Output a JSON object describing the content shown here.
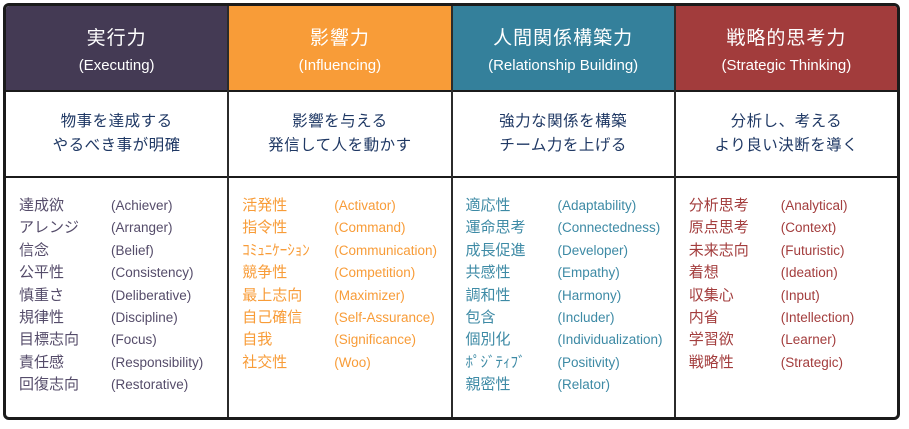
{
  "table": {
    "border_color": "#1b1b1b",
    "description_text_color": "#1f3864",
    "columns": [
      {
        "key": "executing",
        "title_ja": "実行力",
        "title_en": "(Executing)",
        "header_bg": "#443a54",
        "header_text_color": "#ffffff",
        "item_text_color": "#554c6a",
        "description_line1": "物事を達成する",
        "description_line2": "やるべき事が明確",
        "items": [
          {
            "ja": "達成欲",
            "en": "(Achiever)"
          },
          {
            "ja": "アレンジ",
            "en": "(Arranger)"
          },
          {
            "ja": "信念",
            "en": "(Belief)"
          },
          {
            "ja": "公平性",
            "en": "(Consistency)"
          },
          {
            "ja": "慎重さ",
            "en": "(Deliberative)"
          },
          {
            "ja": "規律性",
            "en": "(Discipline)"
          },
          {
            "ja": "目標志向",
            "en": "(Focus)"
          },
          {
            "ja": "責任感",
            "en": "(Responsibility)"
          },
          {
            "ja": "回復志向",
            "en": "(Restorative)"
          }
        ]
      },
      {
        "key": "influencing",
        "title_ja": "影響力",
        "title_en": "(Influencing)",
        "header_bg": "#f89c38",
        "header_text_color": "#ffffff",
        "item_text_color": "#f89c38",
        "description_line1": "影響を与える",
        "description_line2": "発信して人を動かす",
        "items": [
          {
            "ja": "活発性",
            "en": "(Activator)"
          },
          {
            "ja": "指令性",
            "en": "(Command)"
          },
          {
            "ja": "ｺﾐｭﾆｹｰｼｮﾝ",
            "en": "(Communication)"
          },
          {
            "ja": "競争性",
            "en": "(Competition)"
          },
          {
            "ja": "最上志向",
            "en": "(Maximizer)"
          },
          {
            "ja": "自己確信",
            "en": "(Self-Assurance)"
          },
          {
            "ja": "自我",
            "en": "(Significance)"
          },
          {
            "ja": "社交性",
            "en": "(Woo)"
          }
        ]
      },
      {
        "key": "relationship-building",
        "title_ja": "人間関係構築力",
        "title_en": "(Relationship Building)",
        "header_bg": "#34809b",
        "header_text_color": "#ffffff",
        "item_text_color": "#3d8aa5",
        "description_line1": "強力な関係を構築",
        "description_line2": "チーム力を上げる",
        "items": [
          {
            "ja": "適応性",
            "en": "(Adaptability)"
          },
          {
            "ja": "運命思考",
            "en": "(Connectedness)"
          },
          {
            "ja": "成長促進",
            "en": "(Developer)"
          },
          {
            "ja": "共感性",
            "en": "(Empathy)"
          },
          {
            "ja": "調和性",
            "en": "(Harmony)"
          },
          {
            "ja": "包含",
            "en": "(Includer)"
          },
          {
            "ja": "個別化",
            "en": "(Individualization)"
          },
          {
            "ja": "ﾎﾟｼﾞﾃｨﾌﾞ",
            "en": "(Positivity)"
          },
          {
            "ja": "親密性",
            "en": "(Relator)"
          }
        ]
      },
      {
        "key": "strategic-thinking",
        "title_ja": "戦略的思考力",
        "title_en": "(Strategic Thinking)",
        "header_bg": "#a23c3c",
        "header_text_color": "#ffffff",
        "item_text_color": "#a33d3d",
        "description_line1": "分析し、考える",
        "description_line2": "より良い決断を導く",
        "items": [
          {
            "ja": "分析思考",
            "en": "(Analytical)"
          },
          {
            "ja": "原点思考",
            "en": "(Context)"
          },
          {
            "ja": "未来志向",
            "en": "(Futuristic)"
          },
          {
            "ja": "着想",
            "en": "(Ideation)"
          },
          {
            "ja": "収集心",
            "en": "(Input)"
          },
          {
            "ja": "内省",
            "en": "(Intellection)"
          },
          {
            "ja": "学習欲",
            "en": "(Learner)"
          },
          {
            "ja": "戦略性",
            "en": "(Strategic)"
          }
        ]
      }
    ]
  }
}
